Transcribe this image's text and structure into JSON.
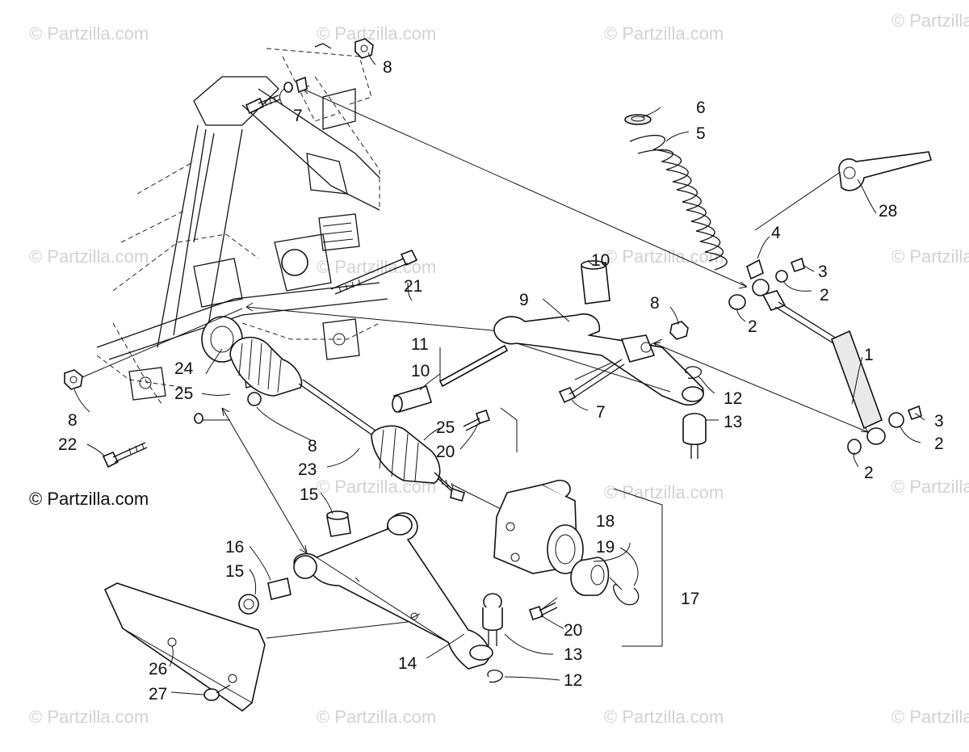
{
  "watermark": {
    "text": "© Partzilla.com"
  },
  "copyright": {
    "text": "© Partzilla.com"
  },
  "callouts": {
    "c1": "1",
    "c2a": "2",
    "c2b": "2",
    "c2c": "2",
    "c2d": "2",
    "c3a": "3",
    "c3b": "3",
    "c4": "4",
    "c5": "5",
    "c6": "6",
    "c7a": "7",
    "c7b": "7",
    "c8a": "8",
    "c8b": "8",
    "c8c": "8",
    "c8d": "8",
    "c9": "9",
    "c10a": "10",
    "c10b": "10",
    "c11": "11",
    "c12a": "12",
    "c12b": "12",
    "c13a": "13",
    "c13b": "13",
    "c14": "14",
    "c15a": "15",
    "c15b": "15",
    "c16": "16",
    "c17": "17",
    "c18": "18",
    "c19": "19",
    "c20a": "20",
    "c20b": "20",
    "c21": "21",
    "c22": "22",
    "c23": "23",
    "c24": "24",
    "c25a": "25",
    "c25b": "25",
    "c26": "26",
    "c27": "27",
    "c28": "28"
  }
}
